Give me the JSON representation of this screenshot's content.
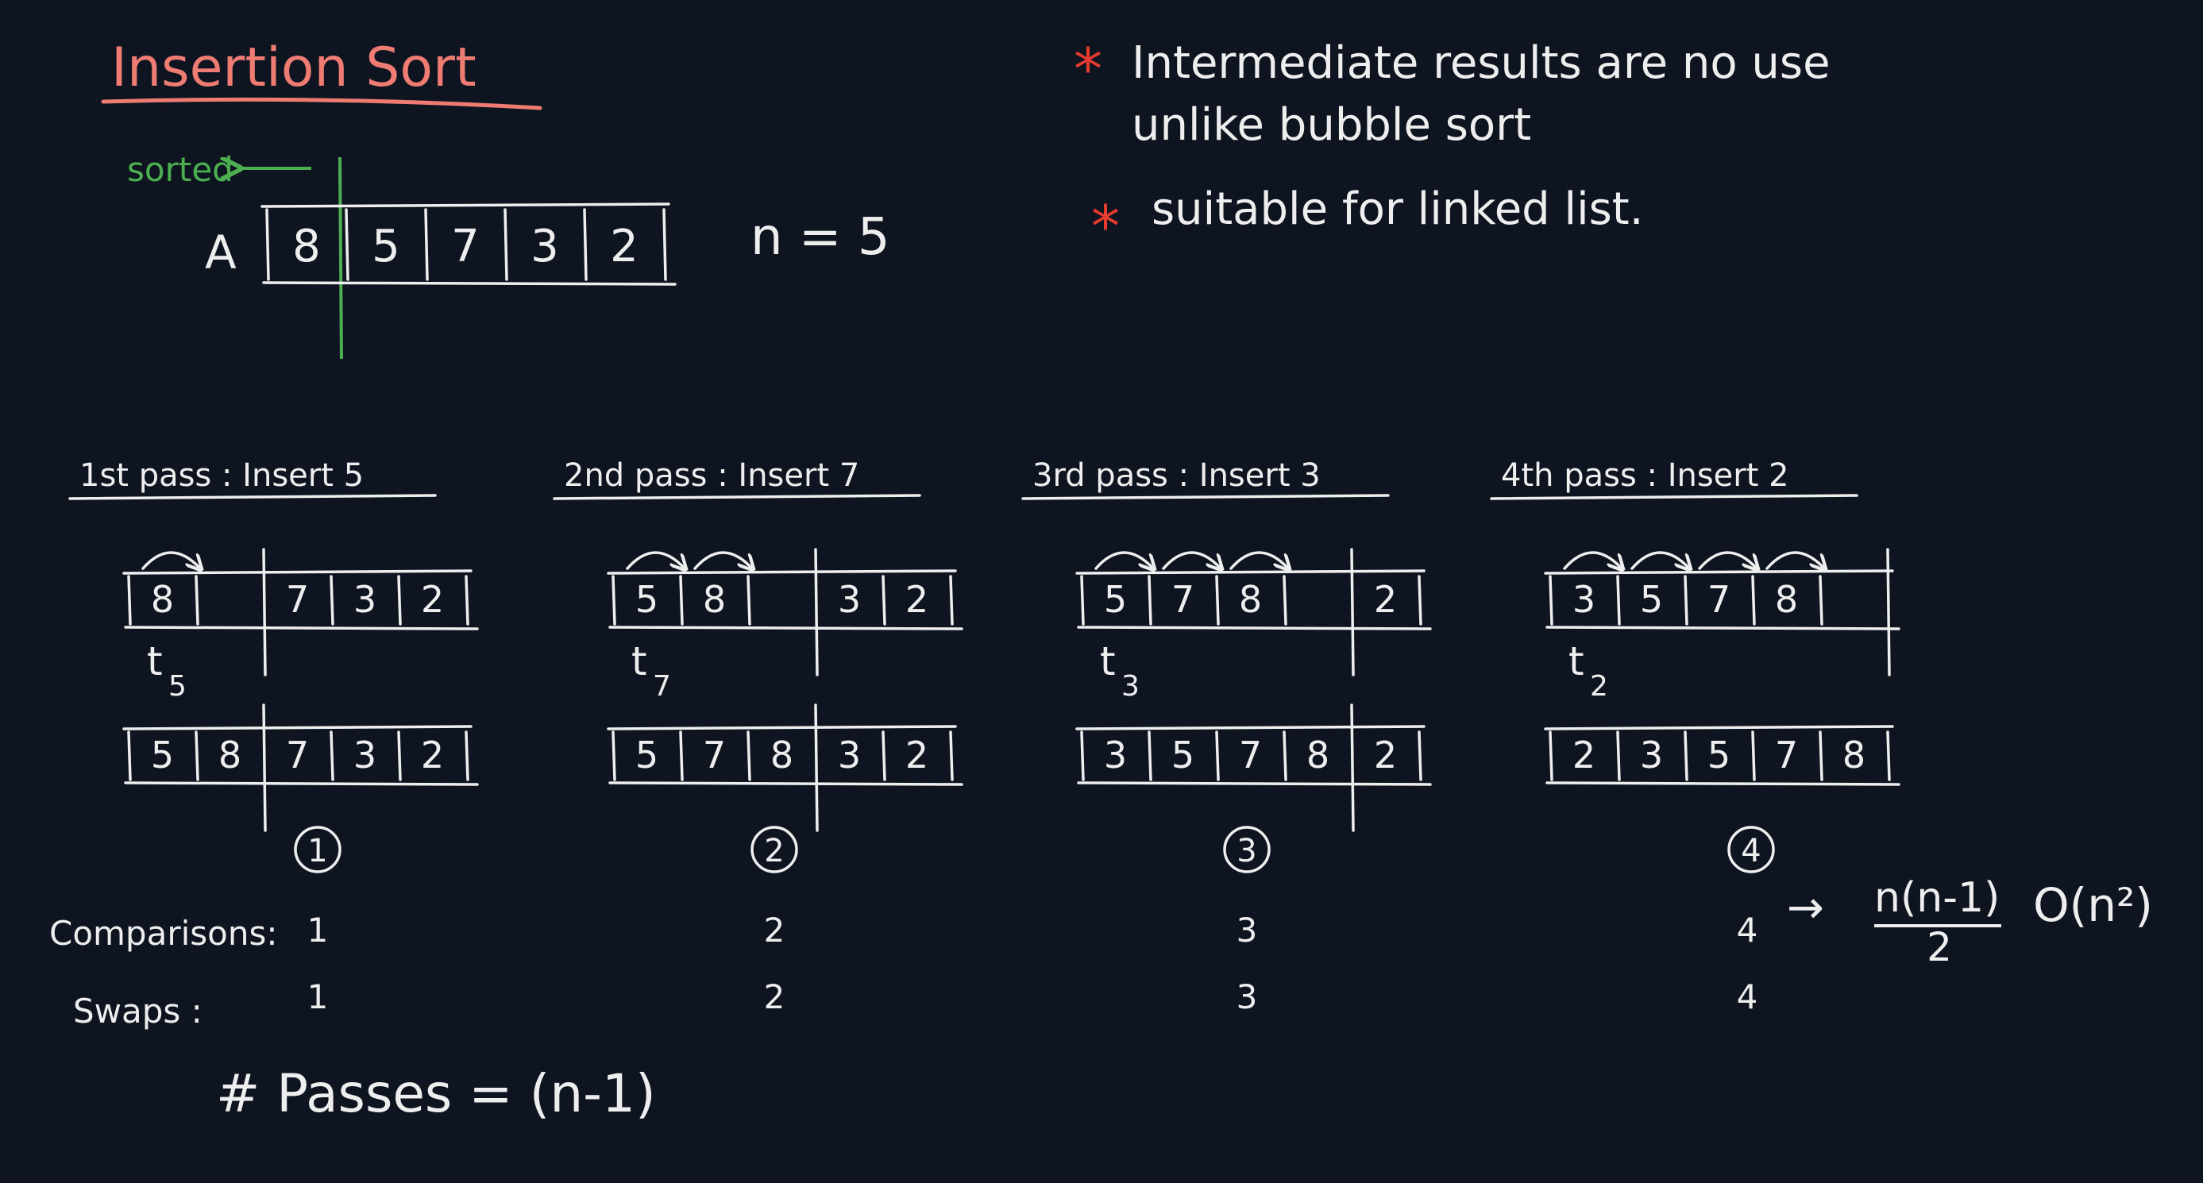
{
  "colors": {
    "background": "#0e1520",
    "ink": "#eeeeee",
    "title": "#ef7c72",
    "sorted": "#4caf50",
    "star": "#e63b2e"
  },
  "title": "Insertion Sort",
  "top": {
    "sorted_label": "sorted",
    "array_name": "A",
    "cells": [
      "8",
      "5",
      "7",
      "3",
      "2"
    ],
    "n_label": "n = 5"
  },
  "notes": [
    {
      "marker": "*",
      "lines": [
        "Intermediate results are no use",
        "unlike bubble sort"
      ]
    },
    {
      "marker": "*",
      "lines": [
        "suitable for linked list."
      ]
    }
  ],
  "passes": [
    {
      "header": "1st pass : Insert 5",
      "before": [
        "8",
        "",
        "7",
        "3",
        "2"
      ],
      "pointer": "t",
      "pointer_sub": "5",
      "after": [
        "5",
        "8",
        "7",
        "3",
        "2"
      ],
      "number": "1"
    },
    {
      "header": "2nd pass : Insert 7",
      "before": [
        "5",
        "8",
        "",
        "3",
        "2"
      ],
      "pointer": "t",
      "pointer_sub": "7",
      "after": [
        "5",
        "7",
        "8",
        "3",
        "2"
      ],
      "number": "2"
    },
    {
      "header": "3rd pass : Insert 3",
      "before": [
        "5",
        "7",
        "8",
        "",
        "2"
      ],
      "pointer": "t",
      "pointer_sub": "3",
      "after": [
        "3",
        "5",
        "7",
        "8",
        "2"
      ],
      "number": "3"
    },
    {
      "header": "4th pass : Insert 2",
      "before": [
        "3",
        "5",
        "7",
        "8",
        ""
      ],
      "pointer": "t",
      "pointer_sub": "2",
      "after": [
        "2",
        "3",
        "5",
        "7",
        "8"
      ],
      "number": "4"
    }
  ],
  "stats": {
    "comparisons_label": "Comparisons:",
    "swaps_label": "Swaps :",
    "comparisons": [
      "1",
      "2",
      "3",
      "4"
    ],
    "swaps": [
      "1",
      "2",
      "3",
      "4"
    ]
  },
  "formula": {
    "arrow": "→",
    "numerator": "n(n-1)",
    "denominator": "2",
    "complexity": "O(n²)"
  },
  "passes_formula": "# Passes = (n-1)"
}
